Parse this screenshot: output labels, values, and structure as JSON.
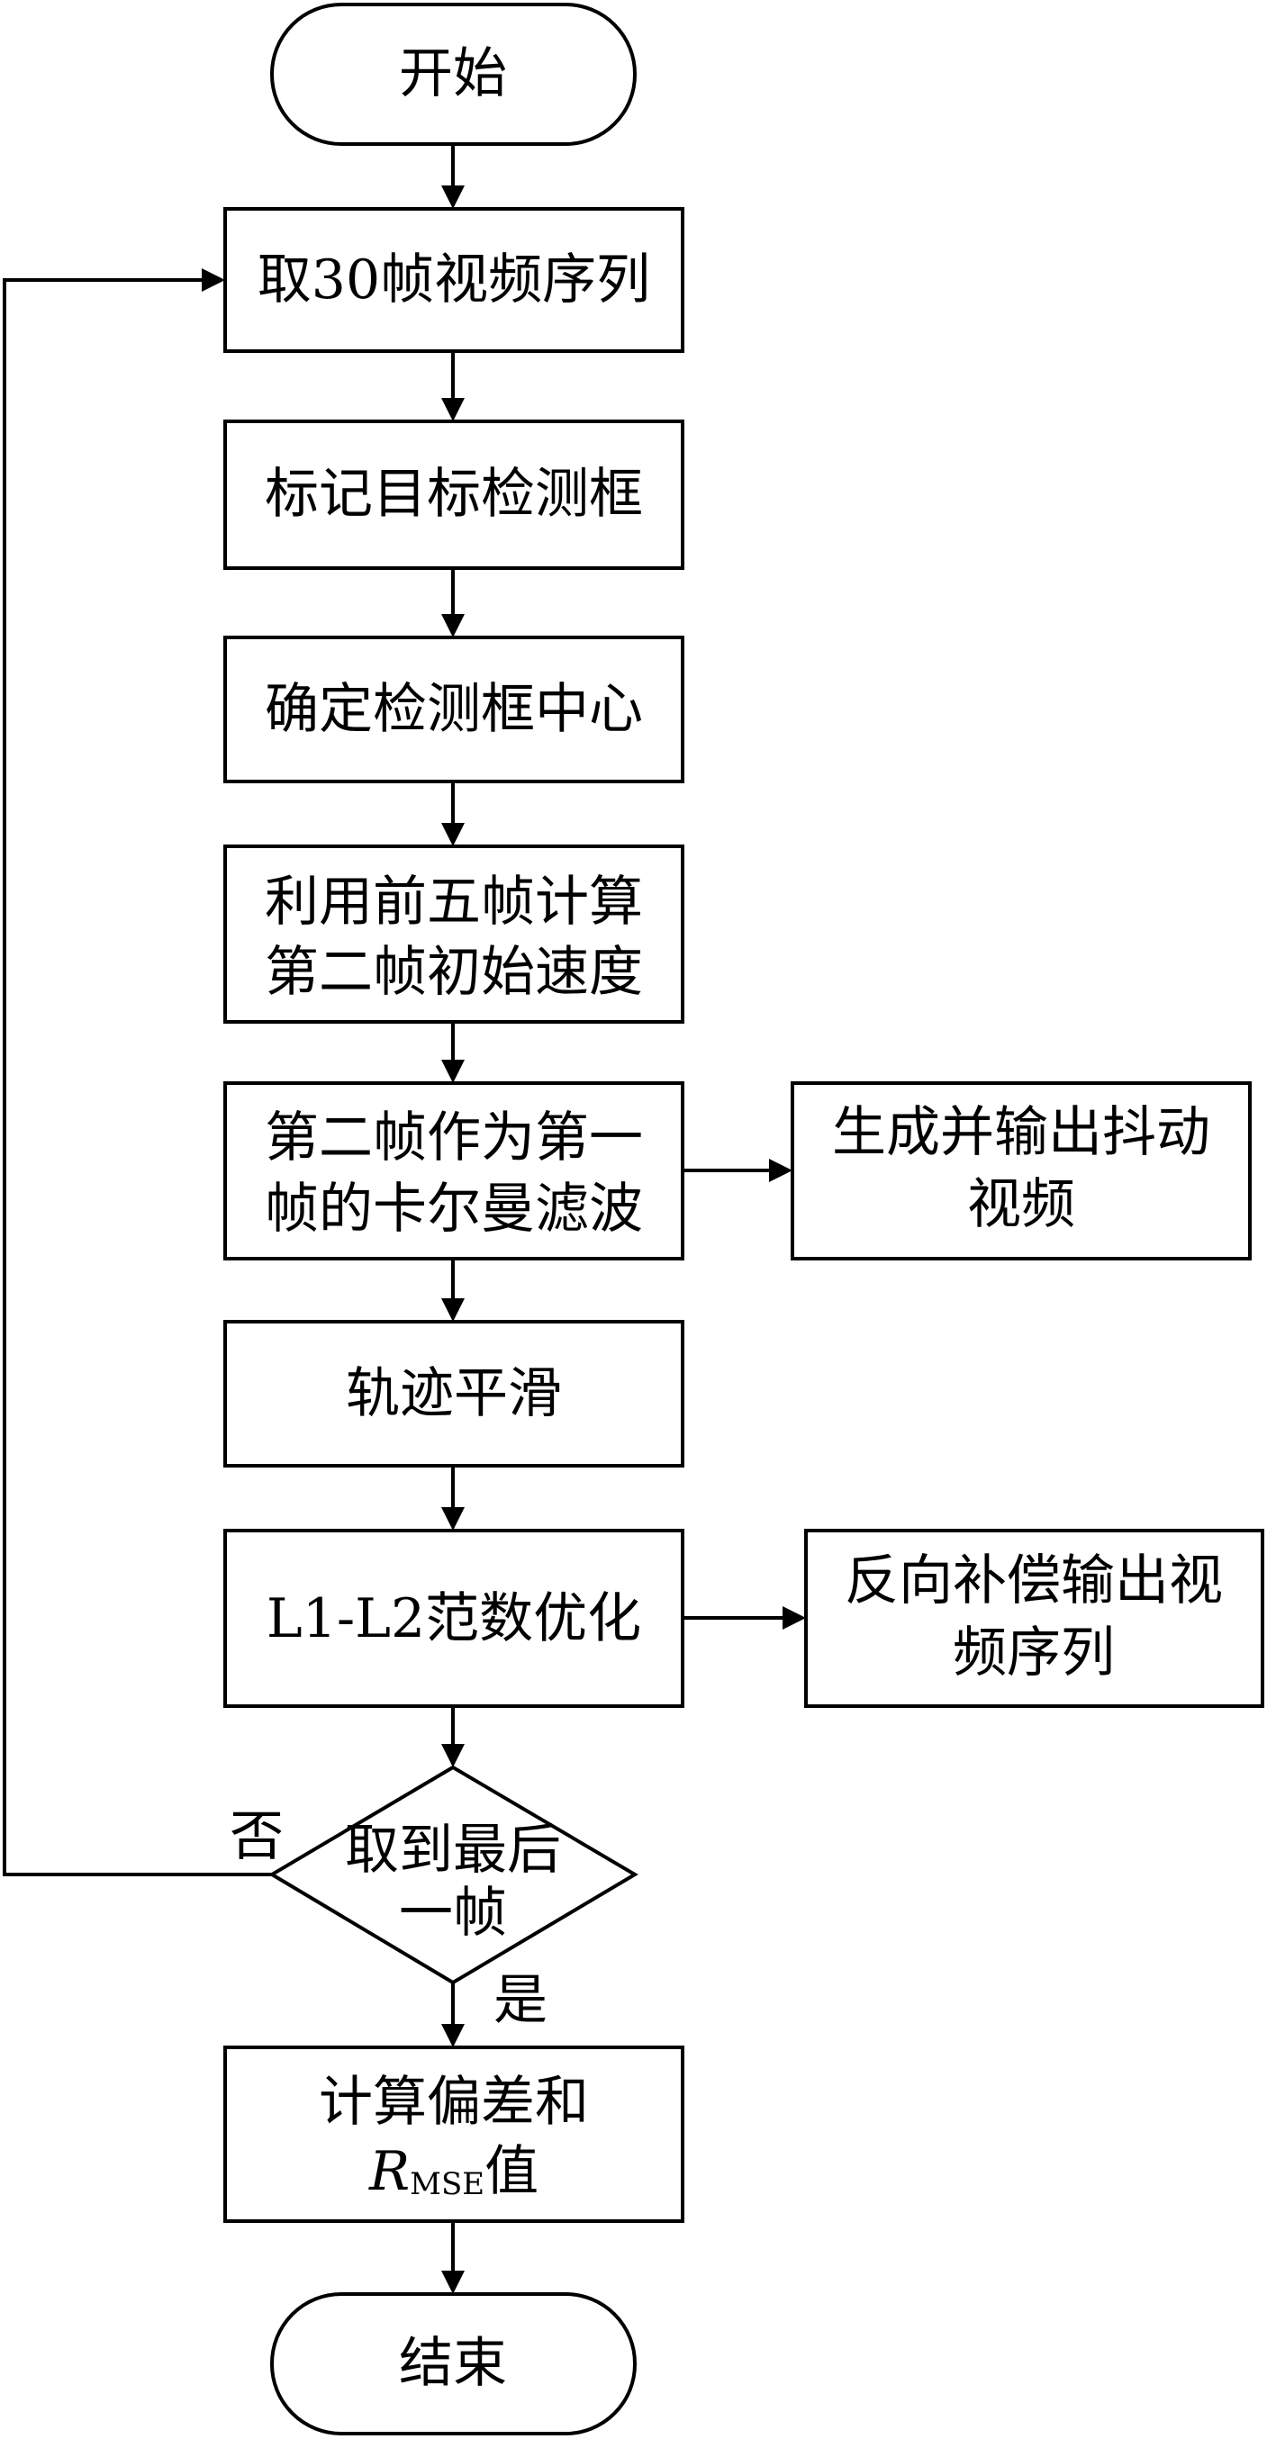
{
  "flowchart": {
    "start": "开始",
    "step1": "取30帧视频序列",
    "step2": "标记目标检测框",
    "step3": "确定检测框中心",
    "step4": [
      "利用前五帧计算",
      "第二帧初始速度"
    ],
    "step5": [
      "第二帧作为第一",
      "帧的卡尔曼滤波"
    ],
    "side1": [
      "生成并输出抖动",
      "视频"
    ],
    "step6": "轨迹平滑",
    "step7": "L1-L2范数优化",
    "side2": [
      "反向补偿输出视",
      "频序列"
    ],
    "decision": [
      "取到最后",
      "一帧"
    ],
    "no_label": "否",
    "yes_label": "是",
    "step8_line1": "计算偏差和",
    "step8_symbol": "R",
    "step8_subscript": "MSE",
    "step8_suffix": "值",
    "end": "结束"
  }
}
